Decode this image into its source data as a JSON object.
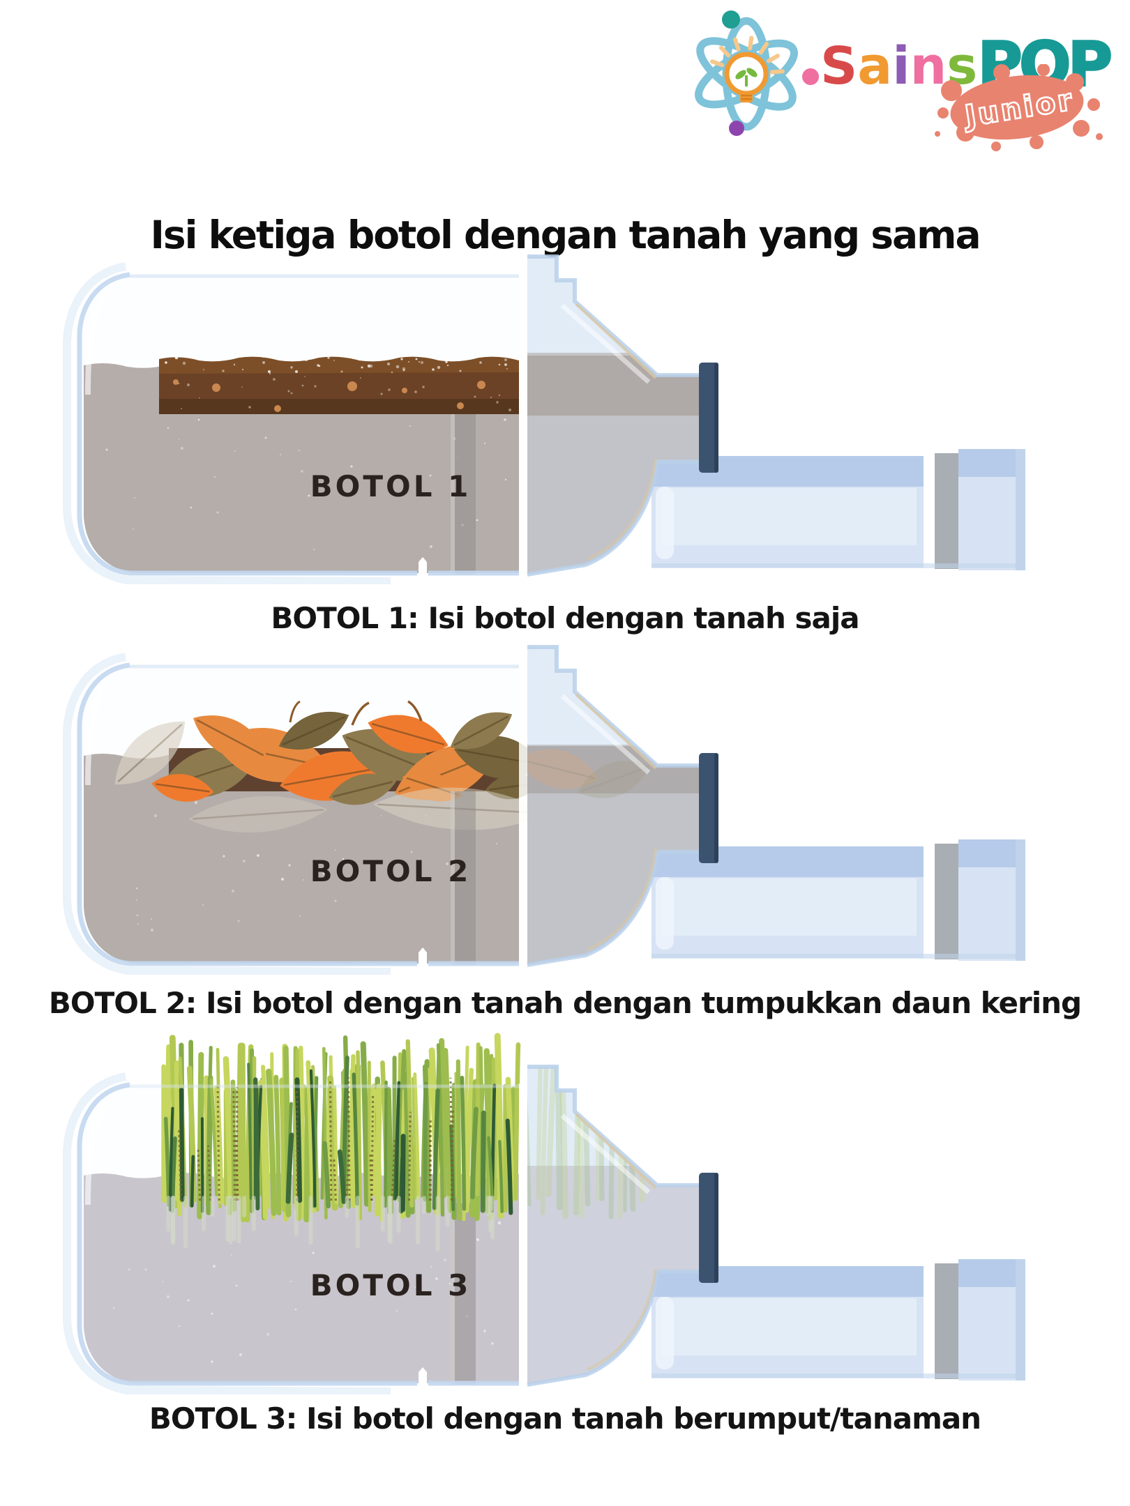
{
  "logo": {
    "brand_letters": [
      {
        "ch": "S",
        "color": "#d84a4a"
      },
      {
        "ch": "a",
        "color": "#f09a31"
      },
      {
        "ch": "i",
        "color": "#8e5bb5"
      },
      {
        "ch": "n",
        "color": "#ef6fa0"
      },
      {
        "ch": "s",
        "color": "#7fb93c"
      }
    ],
    "brand_suffix": "POP",
    "brand_suffix_color": "#179a96",
    "junior": "Junior",
    "junior_bg": "#e8836f",
    "atom_icon": "atom-lightbulb-icon"
  },
  "title": "Isi ketiga botol dengan tanah yang sama",
  "bottles": [
    {
      "label": "BOTOL 1",
      "caption": "BOTOL 1: Isi botol dengan tanah saja",
      "content": "soil"
    },
    {
      "label": "BOTOL 2",
      "caption": "BOTOL 2: Isi botol dengan tanah dengan tumpukkan daun kering",
      "content": "leaves"
    },
    {
      "label": "BOTOL 3",
      "caption": "BOTOL 3: Isi botol dengan tanah berumput/tanaman",
      "content": "grass"
    }
  ],
  "colors": {
    "shell": "#c2d7ef",
    "shell_light": "#dce9f7",
    "shell_top": "#d8e5f4",
    "glass_tint": "#cfe0f2",
    "cap": "#3c536f",
    "tray_top": "#b6cbe9",
    "tray_body": "#d7e3f4",
    "tray_inner": "#e4edf8",
    "tray_gray": "#a9adb4",
    "tray_edge": "#c0d3eb",
    "soil_gray": "#b4adaa",
    "soil_gray_light": "#c9c5cd",
    "topsoil": "#6b4226",
    "topsoil_light": "#7d4f28",
    "topsoil_dark": "#54351d",
    "pebble": "#c98850",
    "leaf_bed": "#5f4130",
    "leaf_olive": "#8d7a4e",
    "leaf_olive_dark": "#75643c",
    "leaf_orange": "#e78a3f",
    "leaf_orange_deep": "#ef7a2e",
    "leaf_ghost": "#dbd3c4",
    "grass": [
      "#c6d65e",
      "#b2c853",
      "#9dbd4e",
      "#86ac48",
      "#6f9c44",
      "#55853f",
      "#3c6b39",
      "#2e5a34"
    ],
    "grass_brown": "#7b6334",
    "grass_fade": "#d4dcc8",
    "seam": "#8e8a87",
    "label": "#2a221e",
    "logo_orbit": "#7ec3d9",
    "logo_bulb": "#f09a31",
    "logo_ray": "#f6c88b",
    "logo_leaf": "#76b93e",
    "electron_teal": "#1f9e92",
    "electron_purple": "#8e44ad",
    "dot_pink": "#ef6fa0"
  }
}
